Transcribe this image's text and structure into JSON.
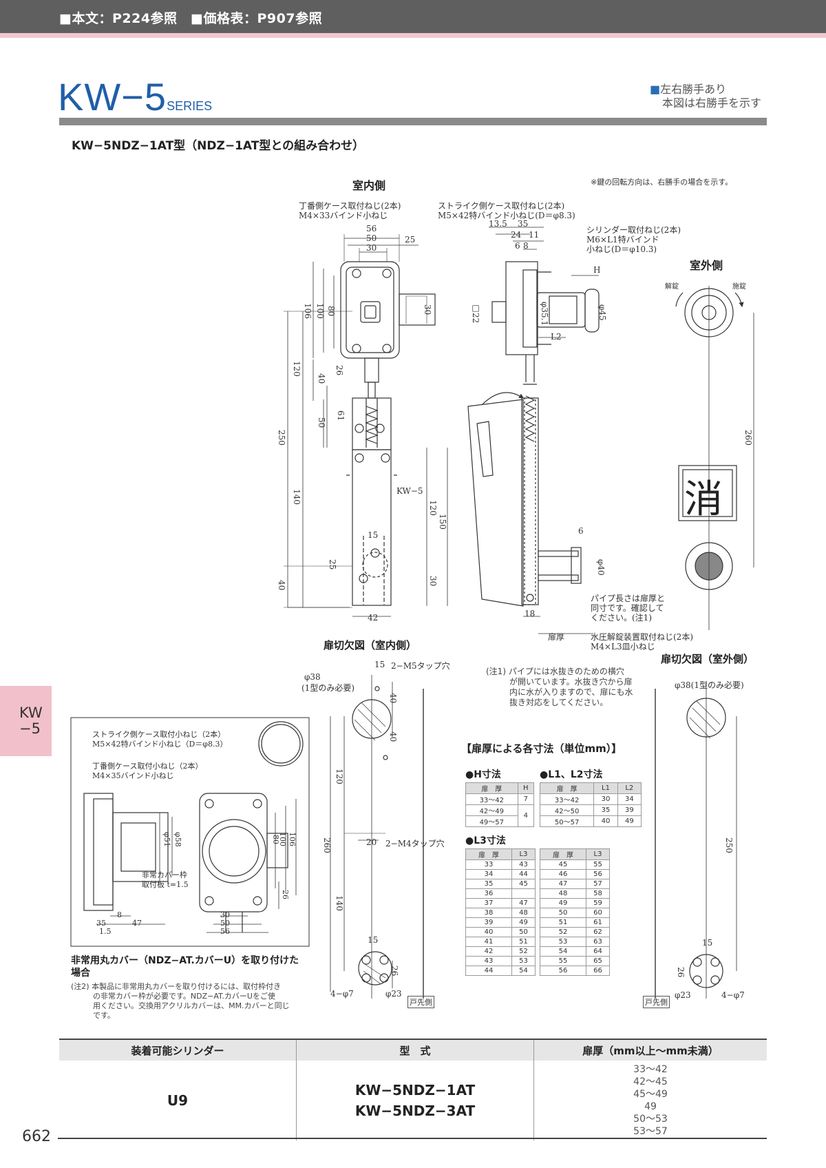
{
  "header": {
    "refs": "■本文：P224参照　■価格表：P907参照"
  },
  "title": {
    "main": "KW−5",
    "suffix": "SERIES"
  },
  "hand_note": {
    "line1": "左右勝手あり",
    "line2": "本図は右勝手を示す"
  },
  "model_line": "KW−5NDZ−1AT型（NDZ−1AT型との組み合わせ）",
  "side_tab": {
    "line1": "KW",
    "line2": "−5"
  },
  "drawing": {
    "indoor_side": "室内側",
    "outdoor_side": "室外側",
    "key_note": "※鍵の回転方向は、右勝手の場合を示す。",
    "hinge_screw_1": "丁番側ケース取付ねじ(2本)",
    "hinge_screw_2": "M4×33バインド小ねじ",
    "strike_screw_1": "ストライク側ケース取付ねじ(2本)",
    "strike_screw_2": "M5×42特バインド小ねじ(D＝φ8.3)",
    "cyl_screw_1": "シリンダー取付ねじ(2本)",
    "cyl_screw_2": "M6×L1特バインド",
    "cyl_screw_3": "小ねじ(D＝φ10.3)",
    "lock_label": "施錠",
    "unlock_label": "解錠",
    "kw5_label": "KW−5",
    "pipe_note_1": "パイプ長さは扉厚と",
    "pipe_note_2": "同寸です。確認して",
    "pipe_note_3": "ください。(注1)",
    "release_screw_1": "水圧解錠装置取付ねじ(2本)",
    "release_screw_2": "M4×L3皿小ねじ",
    "door_thickness": "扉厚",
    "fire_symbol": "消",
    "dims": {
      "d56": "56",
      "d50": "50",
      "d30": "30",
      "d25": "25",
      "d135": "13.5",
      "d35": "35",
      "d24": "24",
      "d11": "11",
      "d6": "6",
      "d8": "8",
      "dH": "H",
      "dsq22": "□22",
      "dphi351": "φ35.1",
      "dphi45": "φ45",
      "dL2": "L2",
      "d106": "106",
      "d100": "100",
      "d80": "80",
      "d26": "26",
      "d40": "40",
      "d120": "120",
      "d250": "250",
      "d61": "61",
      "d140": "140",
      "d150": "150",
      "d15": "15",
      "d30b": "30",
      "d42": "42",
      "d18": "18",
      "dphi40": "φ40",
      "d6b": "6",
      "d260": "260",
      "d40b": "40",
      "d25b": "25"
    }
  },
  "cutout_in": {
    "title": "扉切欠図（室内側）",
    "phi38": "φ38",
    "type1_only": "(1型のみ必要)",
    "m5_tap": "2−M5タップ穴",
    "m4_tap": "2−M4タップ穴",
    "d15": "15",
    "d40a": "40",
    "d40b": "40",
    "d120": "120",
    "d260": "260",
    "d20": "20",
    "d140": "140",
    "d15b": "15",
    "d26": "26",
    "phi7": "4−φ7",
    "phi23": "φ23",
    "edge": "戸先側"
  },
  "cutout_out": {
    "title": "扉切欠図（室外側）",
    "phi38": "φ38(1型のみ必要)",
    "d250": "250",
    "d15": "15",
    "d26": "26",
    "phi23": "φ23",
    "phi7": "4−φ7",
    "edge": "戸先側"
  },
  "note1": {
    "line1": "(注1) パイプには水抜きのための横穴",
    "line2": "が開いています。水抜き穴から扉",
    "line3": "内に水が入りますので、扉にも水",
    "line4": "抜き対応をしてください。"
  },
  "emergency": {
    "strike_1": "ストライク側ケース取付小ねじ（2本）",
    "strike_2": "M5×42特バインド小ねじ（D＝φ8.3）",
    "hinge_1": "丁番側ケース取付小ねじ（2本）",
    "hinge_2": "M4×35バインド小ねじ",
    "plate_1": "非常カバー枠",
    "plate_2": "取付板 t=1.5",
    "dims": {
      "phi51": "φ51",
      "phi58": "φ58",
      "d80": "80",
      "d100": "100",
      "d106": "106",
      "d26": "26",
      "d8": "8",
      "d35": "35",
      "d47": "47",
      "d15": "1.5",
      "d30": "30",
      "d50": "50",
      "d56": "56"
    },
    "caption_1": "非常用丸カバー（NDZ−AT.カバーU）を取り付けた",
    "caption_2": "場合",
    "note2_1": "(注2) 本製品に非常用丸カバーを取り付けるには、取付枠付き",
    "note2_2": "の非常カバー枠が必要です。NDZ−AT.カバーUをご使",
    "note2_3": "用ください。交換用アクリルカバーは、MM.カバーと同じ",
    "note2_4": "です。"
  },
  "dim_tables": {
    "heading": "【扉厚による各寸法（単位mm）】",
    "h_title": "●H寸法",
    "l12_title": "●L1、L2寸法",
    "l3_title": "●L3寸法",
    "col_thickness": "扉　厚",
    "col_h": "H",
    "col_l1": "L1",
    "col_l2": "L2",
    "col_l3": "L3",
    "h_rows": [
      [
        "33〜42",
        "7"
      ],
      [
        "42〜49",
        "4"
      ],
      [
        "49〜57",
        ""
      ]
    ],
    "l12_rows": [
      [
        "33〜42",
        "30",
        "34"
      ],
      [
        "42〜50",
        "35",
        "39"
      ],
      [
        "50〜57",
        "40",
        "49"
      ]
    ],
    "l3_left": [
      [
        "33",
        "43"
      ],
      [
        "34",
        "44"
      ],
      [
        "35",
        "45"
      ],
      [
        "36",
        ""
      ],
      [
        "37",
        "47"
      ],
      [
        "38",
        "48"
      ],
      [
        "39",
        "49"
      ],
      [
        "40",
        "50"
      ],
      [
        "41",
        "51"
      ],
      [
        "42",
        "52"
      ],
      [
        "43",
        "53"
      ],
      [
        "44",
        "54"
      ]
    ],
    "l3_right": [
      [
        "45",
        "55"
      ],
      [
        "46",
        "56"
      ],
      [
        "47",
        "57"
      ],
      [
        "48",
        "58"
      ],
      [
        "49",
        "59"
      ],
      [
        "50",
        "60"
      ],
      [
        "51",
        "61"
      ],
      [
        "52",
        "62"
      ],
      [
        "53",
        "63"
      ],
      [
        "54",
        "64"
      ],
      [
        "55",
        "65"
      ],
      [
        "56",
        "66"
      ]
    ]
  },
  "spec_table": {
    "headers": [
      "装着可能シリンダー",
      "型　式",
      "扉厚（mm以上〜mm未満）"
    ],
    "cylinder": "U9",
    "model_1": "KW−5NDZ−1AT",
    "model_2": "KW−5NDZ−3AT",
    "thicknesses": [
      "33〜42",
      "42〜45",
      "45〜49",
      "49",
      "50〜53",
      "53〜57"
    ]
  },
  "page_number": "662"
}
